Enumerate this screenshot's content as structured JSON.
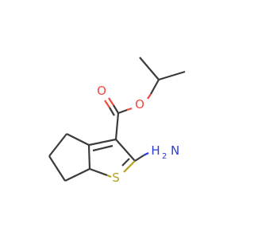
{
  "molecule": {
    "atoms": {
      "carbonyl_oxygen": "O",
      "ester_oxygen": "O",
      "amino_nitrogen": "N",
      "amino_hydrogens": "H",
      "amino_h_count": "2",
      "ring_sulfur": "S"
    },
    "colors": {
      "bond": "#3b3b3b",
      "oxygen": "#f0483c",
      "nitrogen": "#2c3dd6",
      "sulfur": "#b6a11e"
    }
  }
}
